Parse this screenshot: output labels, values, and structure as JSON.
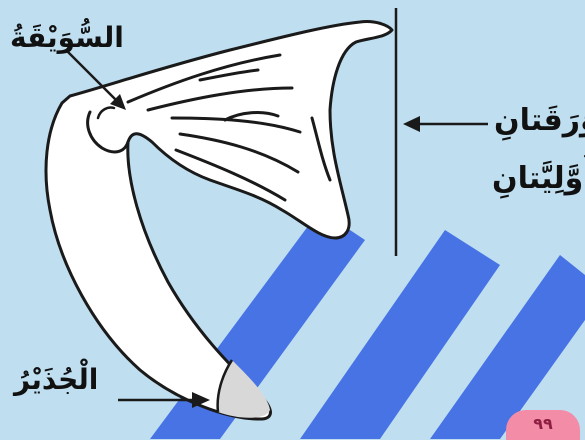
{
  "labels": {
    "stem": "السُّوَيْقَةُ",
    "leaves_line1": "وَرَقَتانِ",
    "leaves_line2": "أَوَّلِيَّتانِ",
    "root": "الْجُذَيْرُ"
  },
  "page_number": "٩٩",
  "colors": {
    "background": "#bfdff1",
    "outline": "#1a1a1a",
    "seed_fill": "#ffffff",
    "watermark": "#1f4fe0",
    "root_tip": "#d8d8d8",
    "page_badge": "#f38ca7"
  }
}
